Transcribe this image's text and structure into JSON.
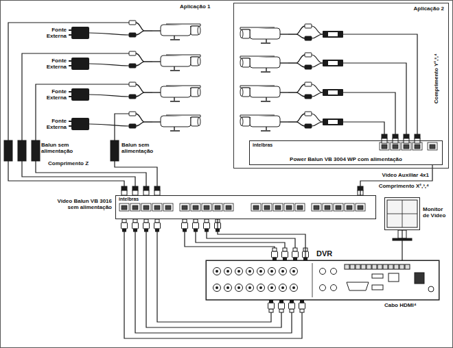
{
  "diagram": {
    "nodes": [
      {
        "text": [
          "Aplicação 2"
        ]
      },
      {
        "text": [
          "intelbras",
          "Power Balun VB 3004 WP com alimentação"
        ],
        "in": 0
      },
      {
        "text": [
          "Vídeo Balun VB 3016 sem alimentação",
          "intelbras"
        ]
      },
      {
        "text": [
          "Monitor de Vídeo"
        ]
      },
      {
        "text": [
          "DVR"
        ]
      }
    ],
    "edges": [
      {
        "from": 1,
        "to": 2,
        "arrow": "none"
      },
      {
        "from": 2,
        "to": 4,
        "arrow": "none"
      },
      {
        "from": 3,
        "to": 4,
        "arrow": "none"
      }
    ],
    "labels": [
      "Aplicação 1",
      "Fonte Externa",
      "Fonte Externa",
      "Fonte Externa",
      "Fonte Externa",
      "Balun sem alimentação",
      "Balun sem alimentação",
      "Comprimento Z",
      "Vídeo Auxiliar 4x1",
      "Comprimento X²,³,⁴",
      "Comprimento Y²,³,⁴",
      "Cabo HDMI⁴"
    ]
  }
}
